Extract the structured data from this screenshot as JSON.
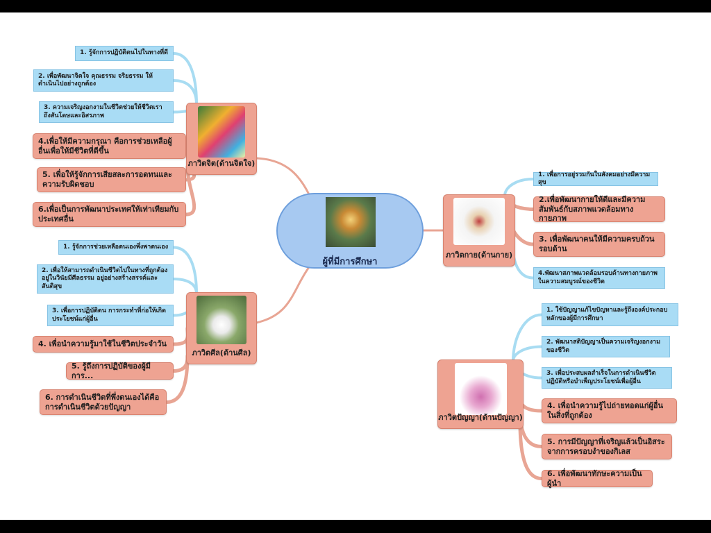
{
  "center": {
    "title": "ผู้ที่มีการศึกษา"
  },
  "colors": {
    "blue": "#a9dcf5",
    "salmon": "#eea392",
    "center": "#a7c9f1",
    "line_blue": "#a8dcf2",
    "line_salmon": "#e8a594"
  },
  "topics": [
    {
      "label": "ภาวิตจิต(ด้านจิตใจ)",
      "items": [
        {
          "text": "1. รู้จักการปฏิบัติตนไปในทางที่ดี",
          "style": "blue"
        },
        {
          "text": "2. เพื่อพัฒนาจิตใจ คุณธรรม จริยธรรม ให้ดำเนินไปอย่างถูกต้อง",
          "style": "blue"
        },
        {
          "text": "3. ความเจริญงอกงามในชีวิตช่วยให้ชีวิตเราถึงสันโดษและอิสรภาพ",
          "style": "blue"
        },
        {
          "text": "4.เพื่อให้มีความกรุณา คือการช่วยเหลือผู้อื่นเพื่อให้มีชีวิตที่ดีขึ้น",
          "style": "salmon"
        },
        {
          "text": "5. เพื่อให้รู้จักการเสียสละการอดทนและความรับผิดชอบ",
          "style": "salmon"
        },
        {
          "text": "6.เพื่อเป็นการพัฒนาประเทศให้เท่าเทียมกับประเทศอื่น",
          "style": "salmon"
        }
      ]
    },
    {
      "label": "ภาวิตศีล(ด้านศีล)",
      "items": [
        {
          "text": "1. รู้จักการช่วยเหลือตนเองพึ่งพาตนเอง",
          "style": "blue"
        },
        {
          "text": "2. เพื่อให้สามารถดำเนินชีวิตไปในทางที่ถูกต้องอยู่ในวินัยมีศีลธรรม อยู่อย่างสร้างสรรค์และสันติสุข",
          "style": "blue"
        },
        {
          "text": "3. เพื่อการปฏิบัติตน การกระทำที่ก่อให้เกิดประโยชน์แก่ผู้อื่น",
          "style": "blue"
        },
        {
          "text": "4. เพื่อนำความรู้มาใช้ในชีวิตประจำวัน",
          "style": "salmon"
        },
        {
          "text": "5. รู้ถึงการปฏิบัติของผู้มีการ...",
          "style": "salmon"
        },
        {
          "text": "6. การดำเนินชีวิตที่พึ่งตนเองได้คือการดำเนินชีวิตด้วยปัญญา",
          "style": "salmon"
        }
      ]
    },
    {
      "label": "ภาวิตกาย(ด้านกาย)",
      "items": [
        {
          "text": "1. เพื่อการอยู่รวมกันในสังคมอย่างมีความสุข",
          "style": "blue"
        },
        {
          "text": "2.เพื่อพัฒนากายให้ดีและมีความสัมพันธ์กับสภาพแวดล้อมทางกายภาพ",
          "style": "salmon"
        },
        {
          "text": "3. เพื่อพัฒนาคนให้มีความครบถ้วนรอบด้าน",
          "style": "salmon"
        },
        {
          "text": "4.พัฒนาสภาพแวดล้อมรอบด้านทางกายภาพในความสมบูรณ์ของชีวิต",
          "style": "blue"
        }
      ]
    },
    {
      "label": "ภาวิตปัญญา(ด้านปัญญา)",
      "items": [
        {
          "text": "1. ใช้ปัญญาแก้ไขปัญหาและรู้ถึงองค์ประกอบหลักของผู้มีการศึกษา",
          "style": "blue"
        },
        {
          "text": "2. พัฒนาสติปัญญาเป็นความเจริญงอกงามของชีวิต",
          "style": "blue"
        },
        {
          "text": "3. เพื่อประสบผลสำเร็จในการดำเนินชีวิตปฏิบัติหรือบำเพ็ญประโยชน์เพื่อผู้อื่น",
          "style": "blue"
        },
        {
          "text": "4. เพื่อนำความรู้ไปถ่ายทอดแก่ผู้อื่นในสิ่งที่ถูกต้อง",
          "style": "salmon"
        },
        {
          "text": "5. การมีปัญญาที่เจริญแล้วเป็นอิสระจากการครอบงำของกิเลส",
          "style": "salmon"
        },
        {
          "text": "6. เพื่อพัฒนาทักษะความเป็นผู้นำ",
          "style": "salmon"
        }
      ]
    }
  ]
}
